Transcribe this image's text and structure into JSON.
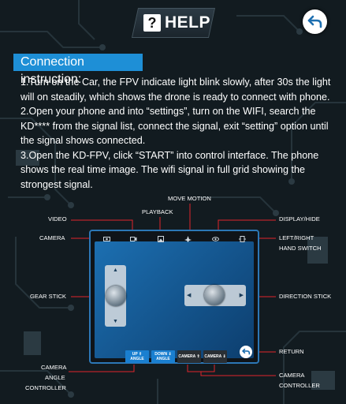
{
  "header": {
    "title": "HELP",
    "title_badge": "?",
    "back_icon": "back-arrow-icon"
  },
  "section": {
    "title": "Connection instruction:",
    "paragraphs": [
      "1.Turn on the Car, the FPV indicate light blink slowly, after 30s the light will on steadily, which shows the drone is ready to connect with phone.",
      "2.Open your phone and into “settings”, turn on the WIFI, search the KD**** from the signal list, connect the signal, exit “setting” option until the signal shows connected.",
      "3.Open the KD-FPV, click “START” into control interface. The phone shows the real time image. The wifi signal in full grid showing the strongest signal."
    ]
  },
  "diagram": {
    "labels": {
      "move_motion": "MOVE MOTION",
      "playback": "PLAYBACK",
      "video": "VIDEO",
      "display_hide": "DISPLAY/HIDE",
      "camera": "CAMERA",
      "hand_switch_1": "LEFT/RIGHT",
      "hand_switch_2": "HAND SWITCH",
      "gear_stick": "GEAR STICK",
      "direction_stick": "DIRECTION STICK",
      "return": "RETURN",
      "angle_ctrl_1": "CAMERA",
      "angle_ctrl_2": "ANGLE",
      "angle_ctrl_3": "CONTROLLER",
      "cam_ctrl_1": "CAMERA",
      "cam_ctrl_2": "CONTROLLER"
    },
    "screen_buttons": {
      "up_angle_1": "UP ⇑",
      "up_angle_2": "ANGLE",
      "down_angle_1": "DOWN ⇓",
      "down_angle_2": "ANGLE",
      "camera_up": "CAMERA ⇑",
      "camera_down": "CAMERA ⇓"
    },
    "colors": {
      "accent": "#1e8fd6",
      "leader_lines": "#e0262b"
    }
  }
}
